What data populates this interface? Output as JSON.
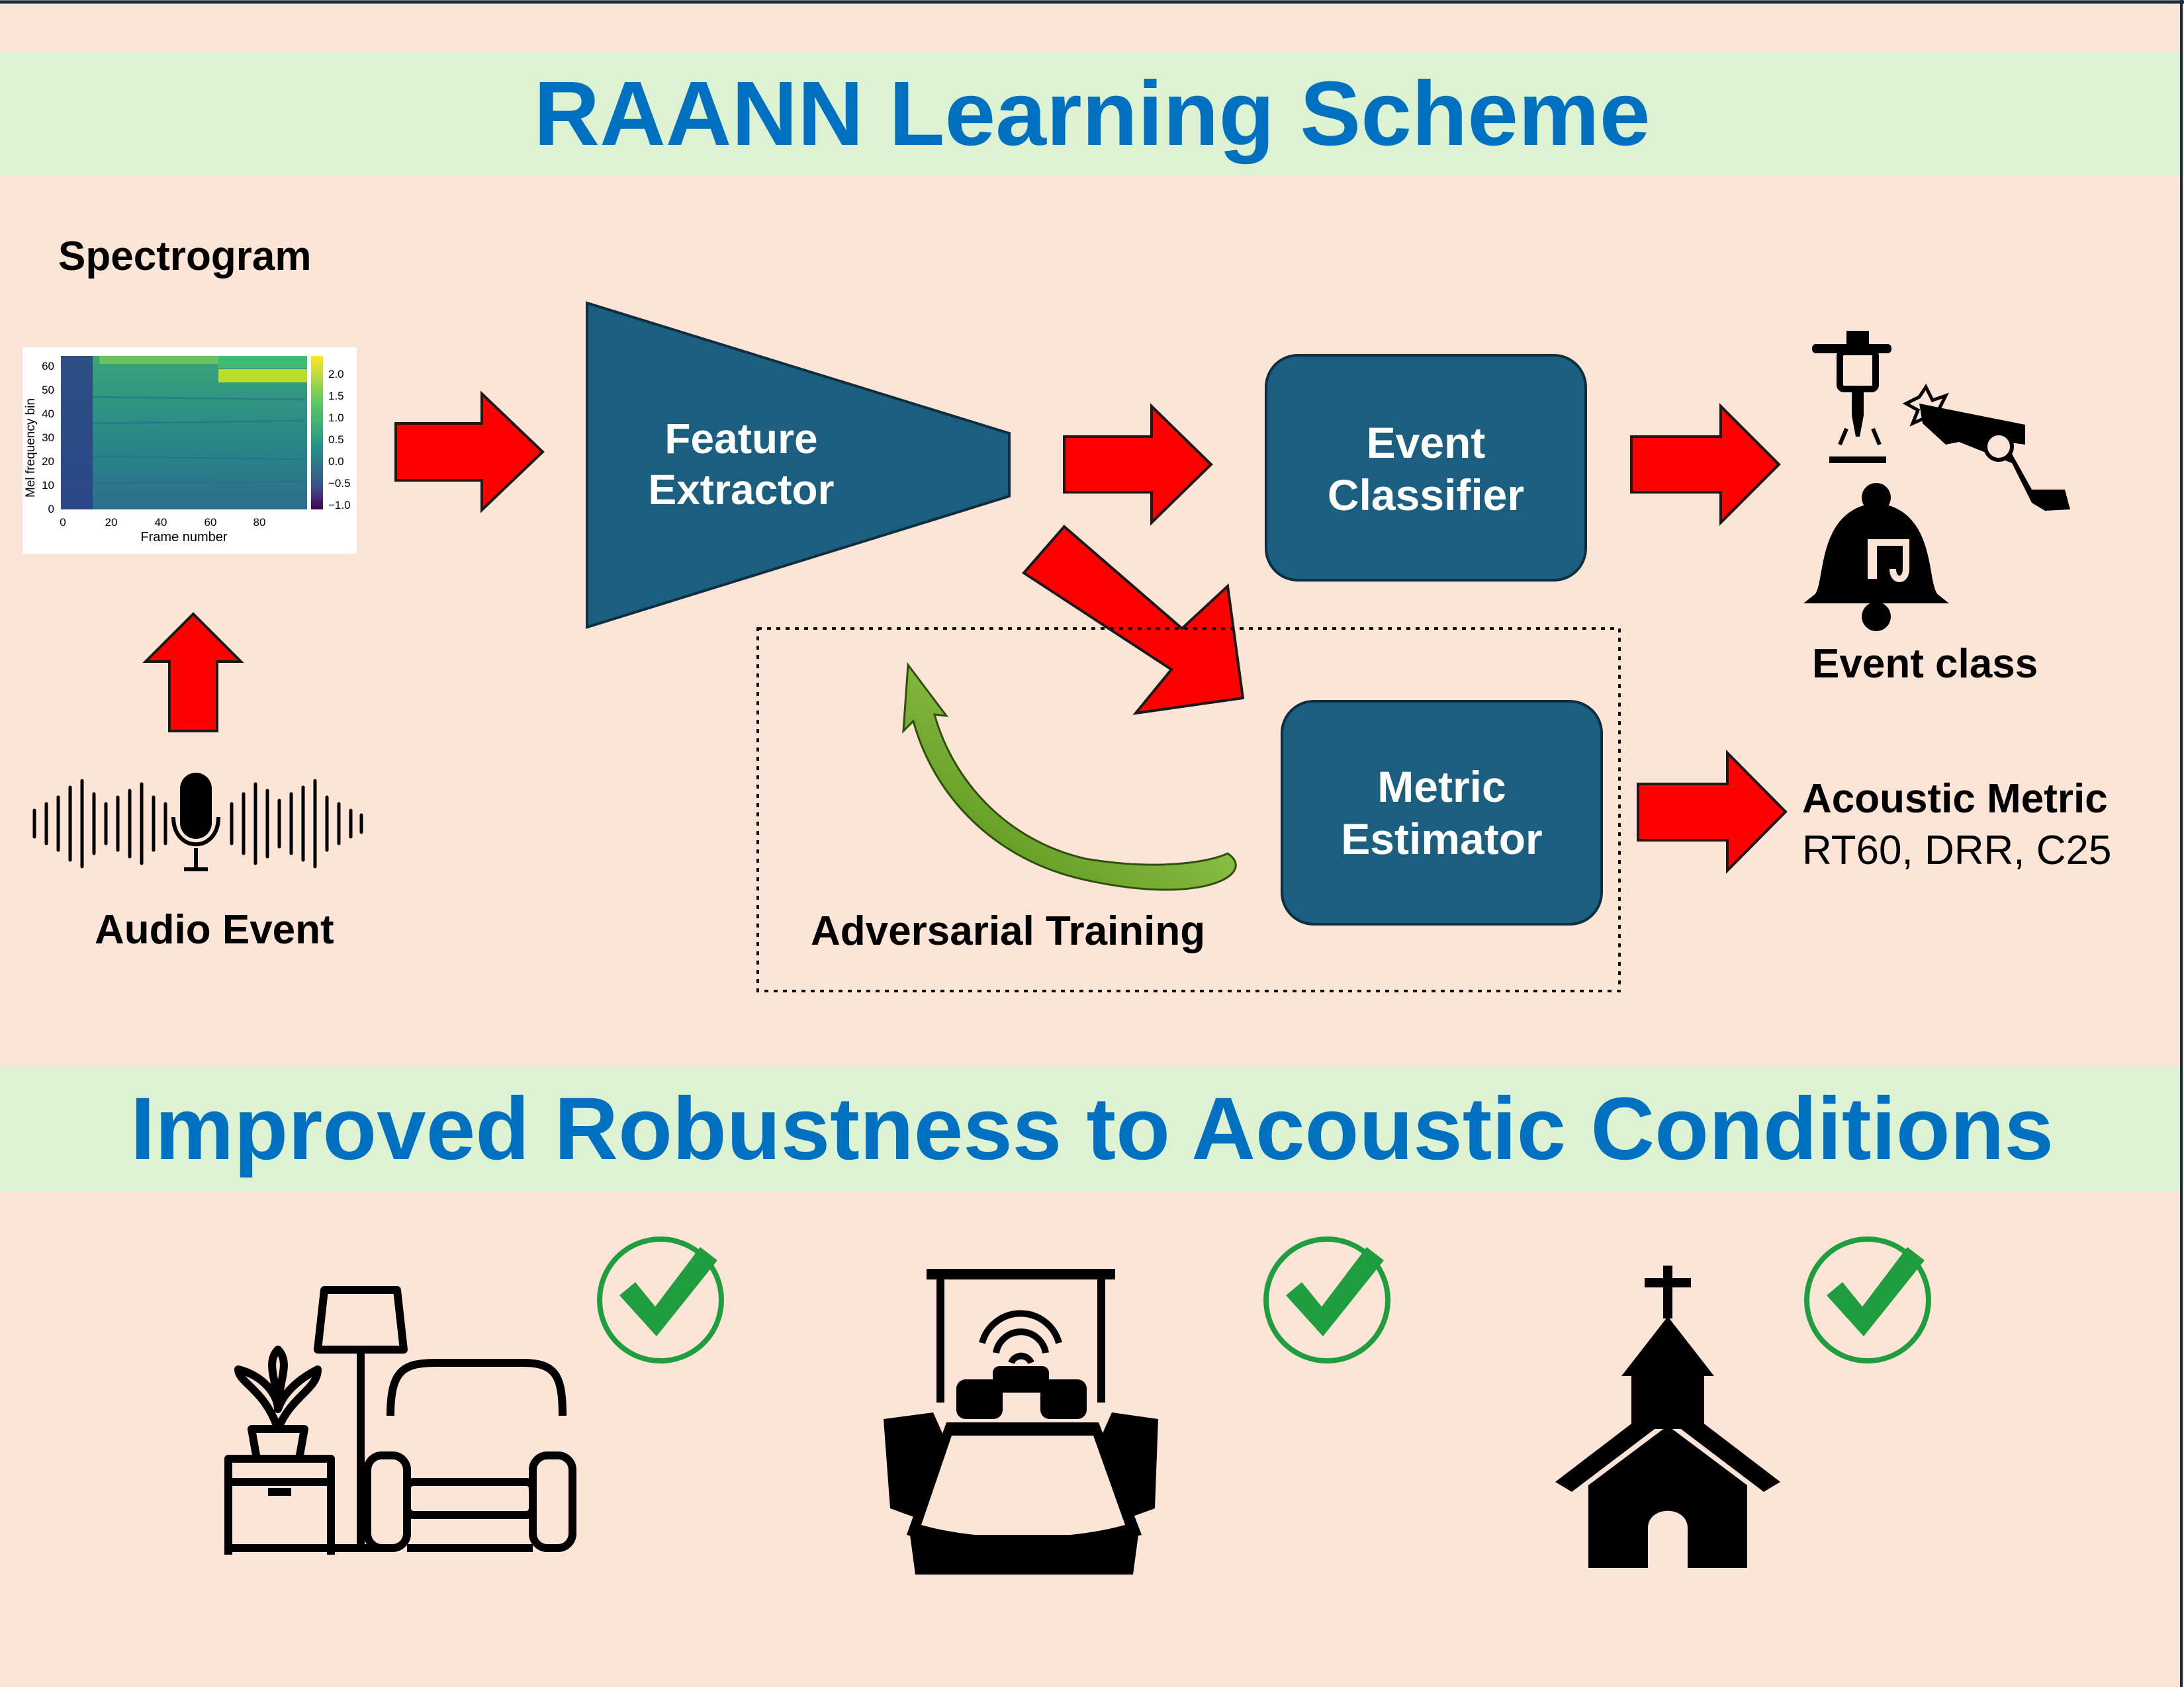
{
  "title": "RAANN Learning Scheme",
  "subtitle": "Improved Robustness to Acoustic Conditions",
  "inputs": {
    "spectrogram_label": "Spectrogram",
    "audio_event_label": "Audio Event"
  },
  "spectrogram": {
    "ylabel": "Mel frequency bin",
    "xlabel": "Frame number",
    "y_ticks": [
      "0",
      "10",
      "20",
      "30",
      "40",
      "50",
      "60"
    ],
    "x_ticks": [
      "0",
      "20",
      "40",
      "60",
      "80"
    ],
    "colorbar_ticks": [
      "2.0",
      "1.5",
      "1.0",
      "0.5",
      "0.0",
      "−0.5",
      "−1.0"
    ]
  },
  "blocks": {
    "feature_extractor": [
      "Feature",
      "Extractor"
    ],
    "event_classifier": [
      "Event",
      "Classifier"
    ],
    "metric_estimator": [
      "Metric",
      "Estimator"
    ]
  },
  "adversarial_label": "Adversarial Training",
  "outputs": {
    "event_class_label": "Event class",
    "acoustic_metric_label": "Acoustic Metric",
    "acoustic_metric_values": "RT60, DRR, C25"
  },
  "colors": {
    "block_fill": "#1b5e80",
    "arrow_fill": "#ff0000",
    "banner_bg": "#ddf2d1",
    "banner_text": "#0070c0",
    "background": "#fce4d6",
    "check_green": "#1e9e3e",
    "feedback_arrow": "#8dc63f"
  },
  "icons": {
    "event_classes": [
      "jackhammer-icon",
      "gun-icon",
      "bell-icon"
    ],
    "conditions": [
      "living-room-icon",
      "meeting-room-icon",
      "church-icon"
    ],
    "input": "microphone-waveform-icon"
  }
}
